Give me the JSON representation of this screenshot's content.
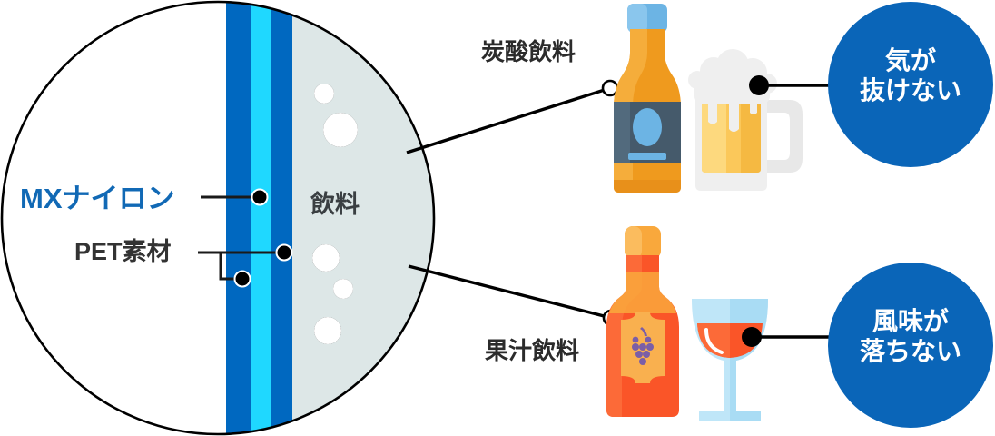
{
  "diagram": {
    "title_hidden": "",
    "colors": {
      "pet_layer": "#0068c0",
      "mx_layer": "#1fd8ff",
      "beverage_fill": "#dde7e7",
      "bubble_blue": "#0a65b8",
      "label_blue": "#1169b5",
      "label_dark": "#333333",
      "outline": "#000000"
    },
    "cross_section": {
      "labels": {
        "mx_nylon": "MXナイロン",
        "pet_material": "PET素材",
        "beverage": "飲料"
      },
      "layers": [
        {
          "name": "PET素材",
          "color": "#0068c0"
        },
        {
          "name": "MXナイロン",
          "color": "#1fd8ff"
        },
        {
          "name": "PET素材",
          "color": "#0068c0"
        },
        {
          "name": "飲料",
          "color": "#dde7e7"
        }
      ]
    },
    "products": [
      {
        "id": "carbonated",
        "label": "炭酸飲料",
        "icons": [
          "soda-bottle-icon",
          "beer-mug-icon"
        ],
        "benefit_line1": "気が",
        "benefit_line2": "抜けない"
      },
      {
        "id": "juice",
        "label": "果汁飲料",
        "icons": [
          "juice-bottle-icon",
          "wine-glass-icon"
        ],
        "benefit_line1": "風味が",
        "benefit_line2": "落ちない"
      }
    ]
  }
}
